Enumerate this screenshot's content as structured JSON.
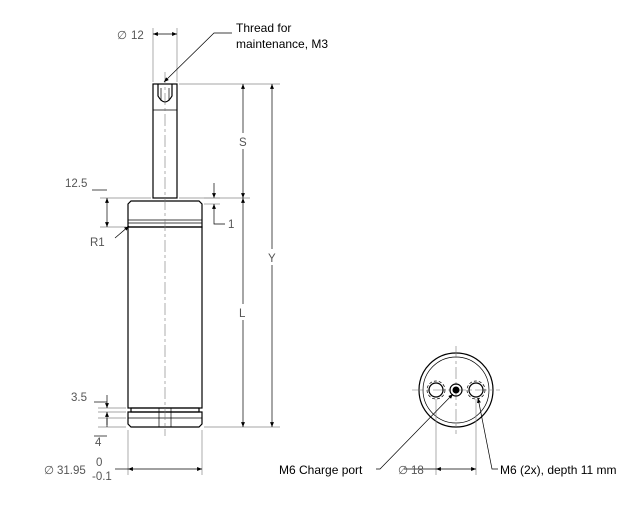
{
  "callouts": {
    "thread_line1": "Thread for",
    "thread_line2": "maintenance, M3",
    "charge_port": "M6 Charge port",
    "mount_holes": "M6 (2x), depth 11 mm"
  },
  "dimensions": {
    "rod_diameter": "12",
    "head_height": "12.5",
    "fillet_radius": "R1",
    "chamfer": "1",
    "stroke": "S",
    "overall": "Y",
    "body_length": "L",
    "groove_offset": "3.5",
    "base_height": "4",
    "body_diameter": "31.95",
    "tol_upper": "0",
    "tol_lower": "-0.1",
    "port_spacing": "18"
  },
  "symbols": {
    "diameter": "∅"
  }
}
